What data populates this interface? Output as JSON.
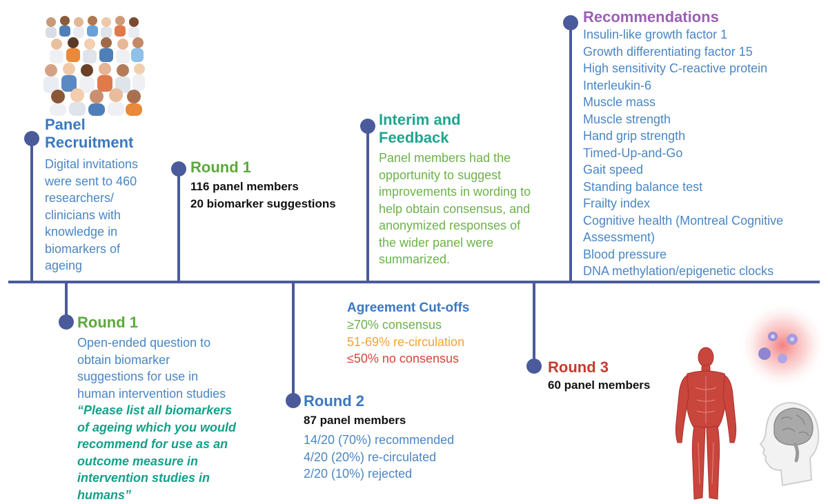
{
  "colors": {
    "line": "#4a5a9a",
    "blue_title": "#3a78c2",
    "blue_text": "#4a86c4",
    "green_title": "#5aaa3a",
    "green_text": "#6cb24a",
    "teal_title": "#1fa58e",
    "teal_quote": "#14a08a",
    "purple_title": "#9b5fb5",
    "red_title": "#c73a2d",
    "orange_text": "#f2a23a",
    "red_text": "#d9433a"
  },
  "panel_recruitment": {
    "title_line1": "Panel",
    "title_line2": "Recruitment",
    "body": [
      "Digital invitations",
      "were sent to 460",
      "researchers/",
      "clinicians with",
      "knowledge in",
      "biomarkers of",
      "ageing"
    ]
  },
  "round1_top": {
    "title": "Round 1",
    "line1": "116 panel members",
    "line2": "20 biomarker suggestions"
  },
  "interim": {
    "title_line1": "Interim and",
    "title_line2": "Feedback",
    "body": [
      "Panel members had the",
      "opportunity to suggest",
      "improvements in wording to",
      "help obtain consensus, and",
      "anonymized responses of",
      "the wider panel were",
      "summarized."
    ]
  },
  "recommendations": {
    "title": "Recommendations",
    "items": [
      "Insulin-like growth factor 1",
      "Growth differentiating factor 15",
      "High sensitivity C-reactive protein",
      "Interleukin-6",
      "Muscle mass",
      "Muscle strength",
      "Hand grip strength",
      "Timed-Up-and-Go",
      "Gait speed",
      "Standing balance test",
      "Frailty index",
      "Cognitive health (Montreal Cognitive",
      "Assessment)",
      "Blood pressure",
      "DNA methylation/epigenetic clocks"
    ]
  },
  "round1_bottom": {
    "title": "Round 1",
    "body": [
      "Open-ended question to",
      "obtain biomarker",
      "suggestions for use in",
      "human intervention studies"
    ],
    "quote": [
      "“Please list all biomarkers",
      "of ageing which you would",
      "recommend for use as an",
      "outcome measure in",
      "intervention studies in",
      "humans”"
    ]
  },
  "agreement": {
    "title": "Agreement Cut-offs",
    "consensus": "≥70% consensus",
    "recirculation": "51-69% re-circulation",
    "no_consensus": "≤50% no consensus"
  },
  "round2": {
    "title": "Round 2",
    "members": "87 panel members",
    "results": [
      "14/20 (70%) recommended",
      "4/20 (20%) re-circulated",
      "2/20 (10%) rejected"
    ]
  },
  "round3": {
    "title": "Round 3",
    "members": "60 panel members"
  },
  "illustrations": {
    "crowd": "crowd-of-clinicians-icon",
    "body": "human-muscle-body-icon",
    "head": "human-head-brain-icon",
    "cells": "glowing-cells-icon"
  }
}
